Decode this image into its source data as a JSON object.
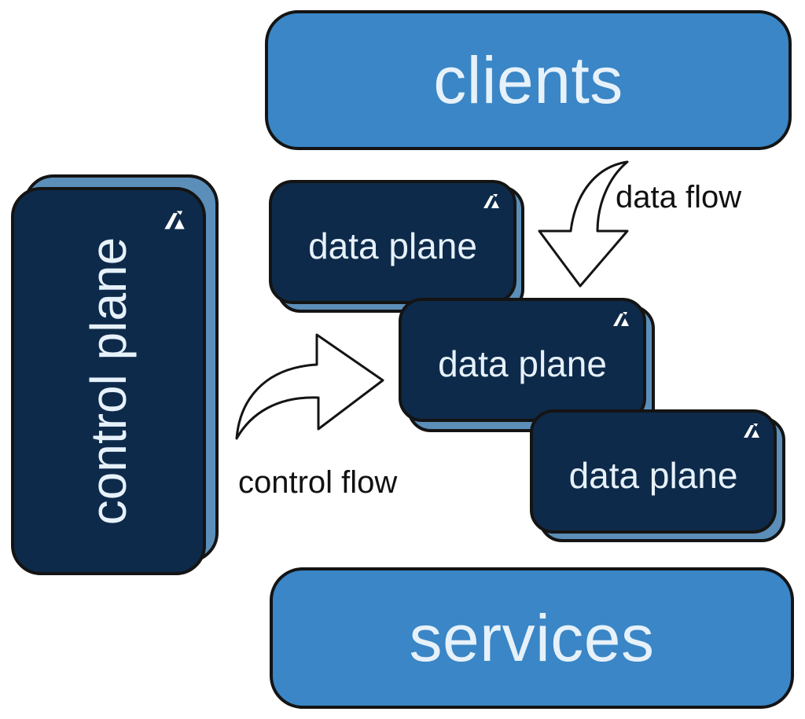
{
  "clients_label": "clients",
  "services_label": "services",
  "control_plane_label": "control plane",
  "data_planes": [
    {
      "label": "data plane"
    },
    {
      "label": "data plane"
    },
    {
      "label": "data plane"
    }
  ],
  "data_flow_label": "data flow",
  "control_flow_label": "control flow",
  "colors": {
    "light_block": "#3a86c6",
    "dark_block": "#0e2a4a",
    "block_shadow": "#5b8fba",
    "label_text": "#e6f1fa",
    "outline": "#141414"
  },
  "icons": {
    "block_logo": "logo-icon",
    "data_flow_arrow": "curved-down-arrow-icon",
    "control_flow_arrow": "curved-right-arrow-icon"
  }
}
